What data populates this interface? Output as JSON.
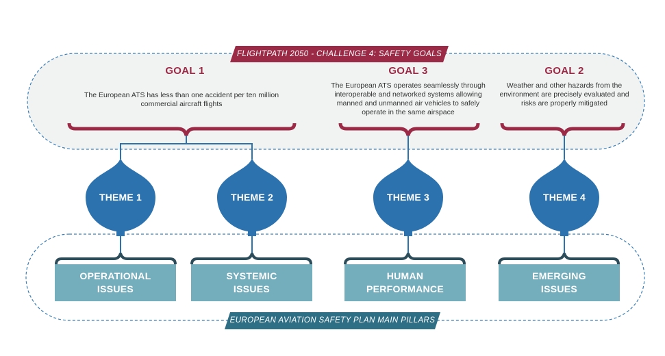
{
  "colors": {
    "goal_red": "#9b2a46",
    "theme_blue": "#2b72ae",
    "pillar_teal": "#74adbc",
    "bottom_banner": "#2f6f86",
    "dashed_border": "#3a7fb8",
    "top_area_fill": "#f1f3f3",
    "bracket_dark": "#2d4c5a"
  },
  "top_banner": "FLIGHTPATH 2050 - CHALLENGE 4: SAFETY GOALS",
  "bottom_banner": "EUROPEAN AVIATION SAFETY PLAN MAIN PILLARS",
  "goals": [
    {
      "title": "GOAL 1",
      "text": "The European ATS has less than one accident per ten million commercial aircraft flights"
    },
    {
      "title": "GOAL 3",
      "text": "The European ATS operates seamlessly through interoperable and networked systems allowing manned and unmanned air vehicles to safely operate in the same airspace"
    },
    {
      "title": "GOAL 2",
      "text": "Weather and other hazards from the environment are precisely evaluated and risks are properly mitigated"
    }
  ],
  "themes": [
    "THEME 1",
    "THEME 2",
    "THEME 3",
    "THEME 4"
  ],
  "pillars": [
    {
      "line1": "OPERATIONAL",
      "line2": "ISSUES"
    },
    {
      "line1": "SYSTEMIC",
      "line2": "ISSUES"
    },
    {
      "line1": "HUMAN",
      "line2": "PERFORMANCE"
    },
    {
      "line1": "EMERGING",
      "line2": "ISSUES"
    }
  ]
}
